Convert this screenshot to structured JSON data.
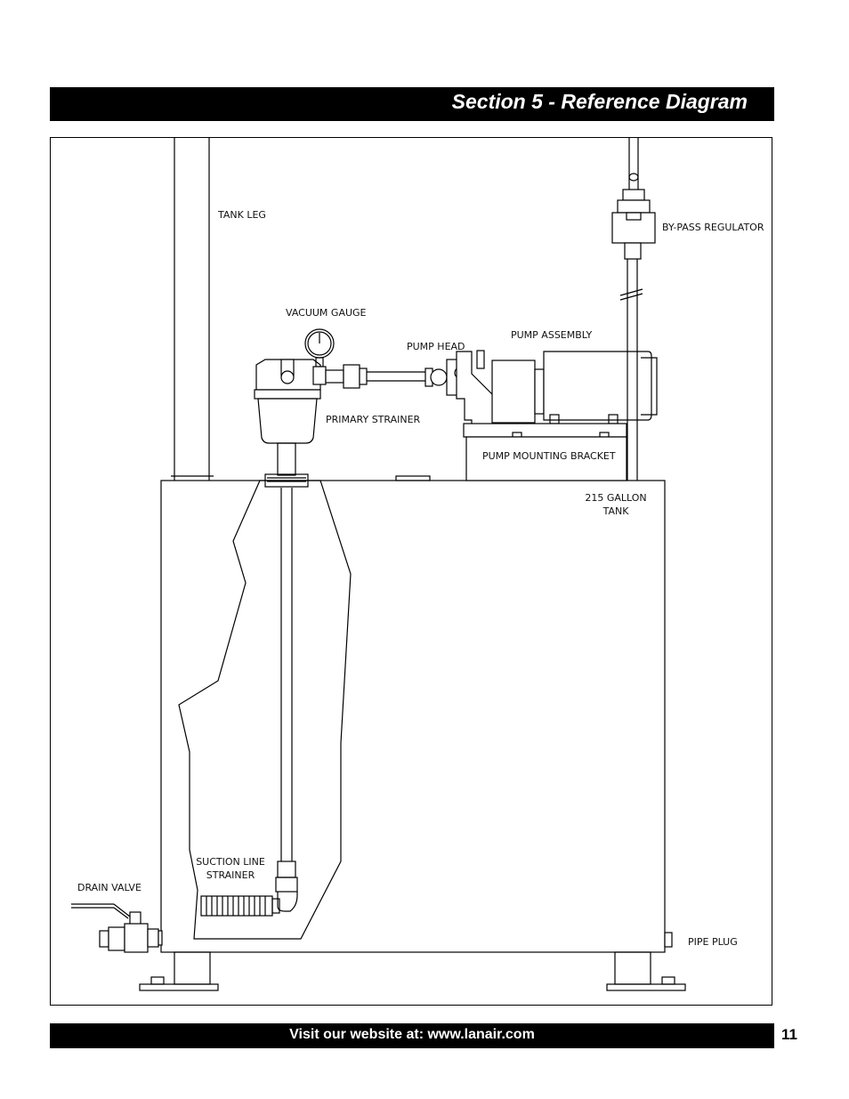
{
  "header": {
    "title": "Section 5 - Reference Diagram"
  },
  "labels": {
    "tank_leg": "TANK LEG",
    "bypass_regulator": "BY-PASS REGULATOR",
    "vacuum_gauge": "VACUUM GAUGE",
    "pump_head": "PUMP HEAD",
    "pump_assembly": "PUMP ASSEMBLY",
    "primary_strainer": "PRIMARY STRAINER",
    "pump_mounting_bracket": "PUMP MOUNTING BRACKET",
    "tank_line1": "215 GALLON",
    "tank_line2": "TANK",
    "suction_line1": "SUCTION LINE",
    "suction_line2": "STRAINER",
    "drain_valve": "DRAIN VALVE",
    "pipe_plug": "PIPE PLUG"
  },
  "footer": {
    "text": "Visit our website at: www.lanair.com",
    "page_number": "11"
  }
}
